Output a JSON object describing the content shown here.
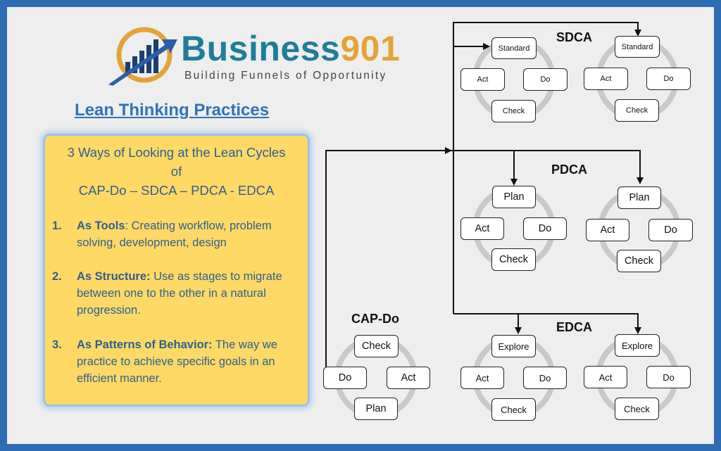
{
  "logo": {
    "name_part1": "Business",
    "name_part2": "901",
    "tagline": "Building Funnels of Opportunity"
  },
  "title": "Lean Thinking Practices",
  "panel": {
    "heading_line1": "3 Ways of Looking at the Lean Cycles",
    "heading_line2": "of",
    "heading_line3": "CAP-Do – SDCA – PDCA - EDCA",
    "items": [
      {
        "number": "1.",
        "label": "As Tools",
        "sep": ": ",
        "text": "Creating workflow, problem solving, development, design"
      },
      {
        "number": "2.",
        "label": "As Structure:",
        "sep": " ",
        "text": "Use as stages to migrate between one to the other in a natural progression."
      },
      {
        "number": "3.",
        "label": "As Patterns of Behavior:",
        "sep": " ",
        "text": "The way we practice to achieve specific goals in an efficient manner."
      }
    ]
  },
  "cycles": {
    "sdca": {
      "label": "SDCA",
      "top": "Standard",
      "left": "Act",
      "right": "Do",
      "bottom": "Check"
    },
    "pdca": {
      "label": "PDCA",
      "top": "Plan",
      "left": "Act",
      "right": "Do",
      "bottom": "Check"
    },
    "edca": {
      "label": "EDCA",
      "top": "Explore",
      "left": "Act",
      "right": "Do",
      "bottom": "Check"
    },
    "capdo": {
      "label": "CAP-Do",
      "top": "Check",
      "left": "Do",
      "right": "Act",
      "bottom": "Plan"
    }
  },
  "colors": {
    "border": "#2e6db4",
    "background": "#eeeeee",
    "panel_fill": "#fed966",
    "panel_border": "#9dc3e6",
    "text_blue": "#2e5f8f",
    "title_blue": "#2e74b5",
    "logo_teal": "#1f7d9a",
    "logo_orange": "#e3a33a",
    "logo_navy": "#1b3f6e"
  }
}
